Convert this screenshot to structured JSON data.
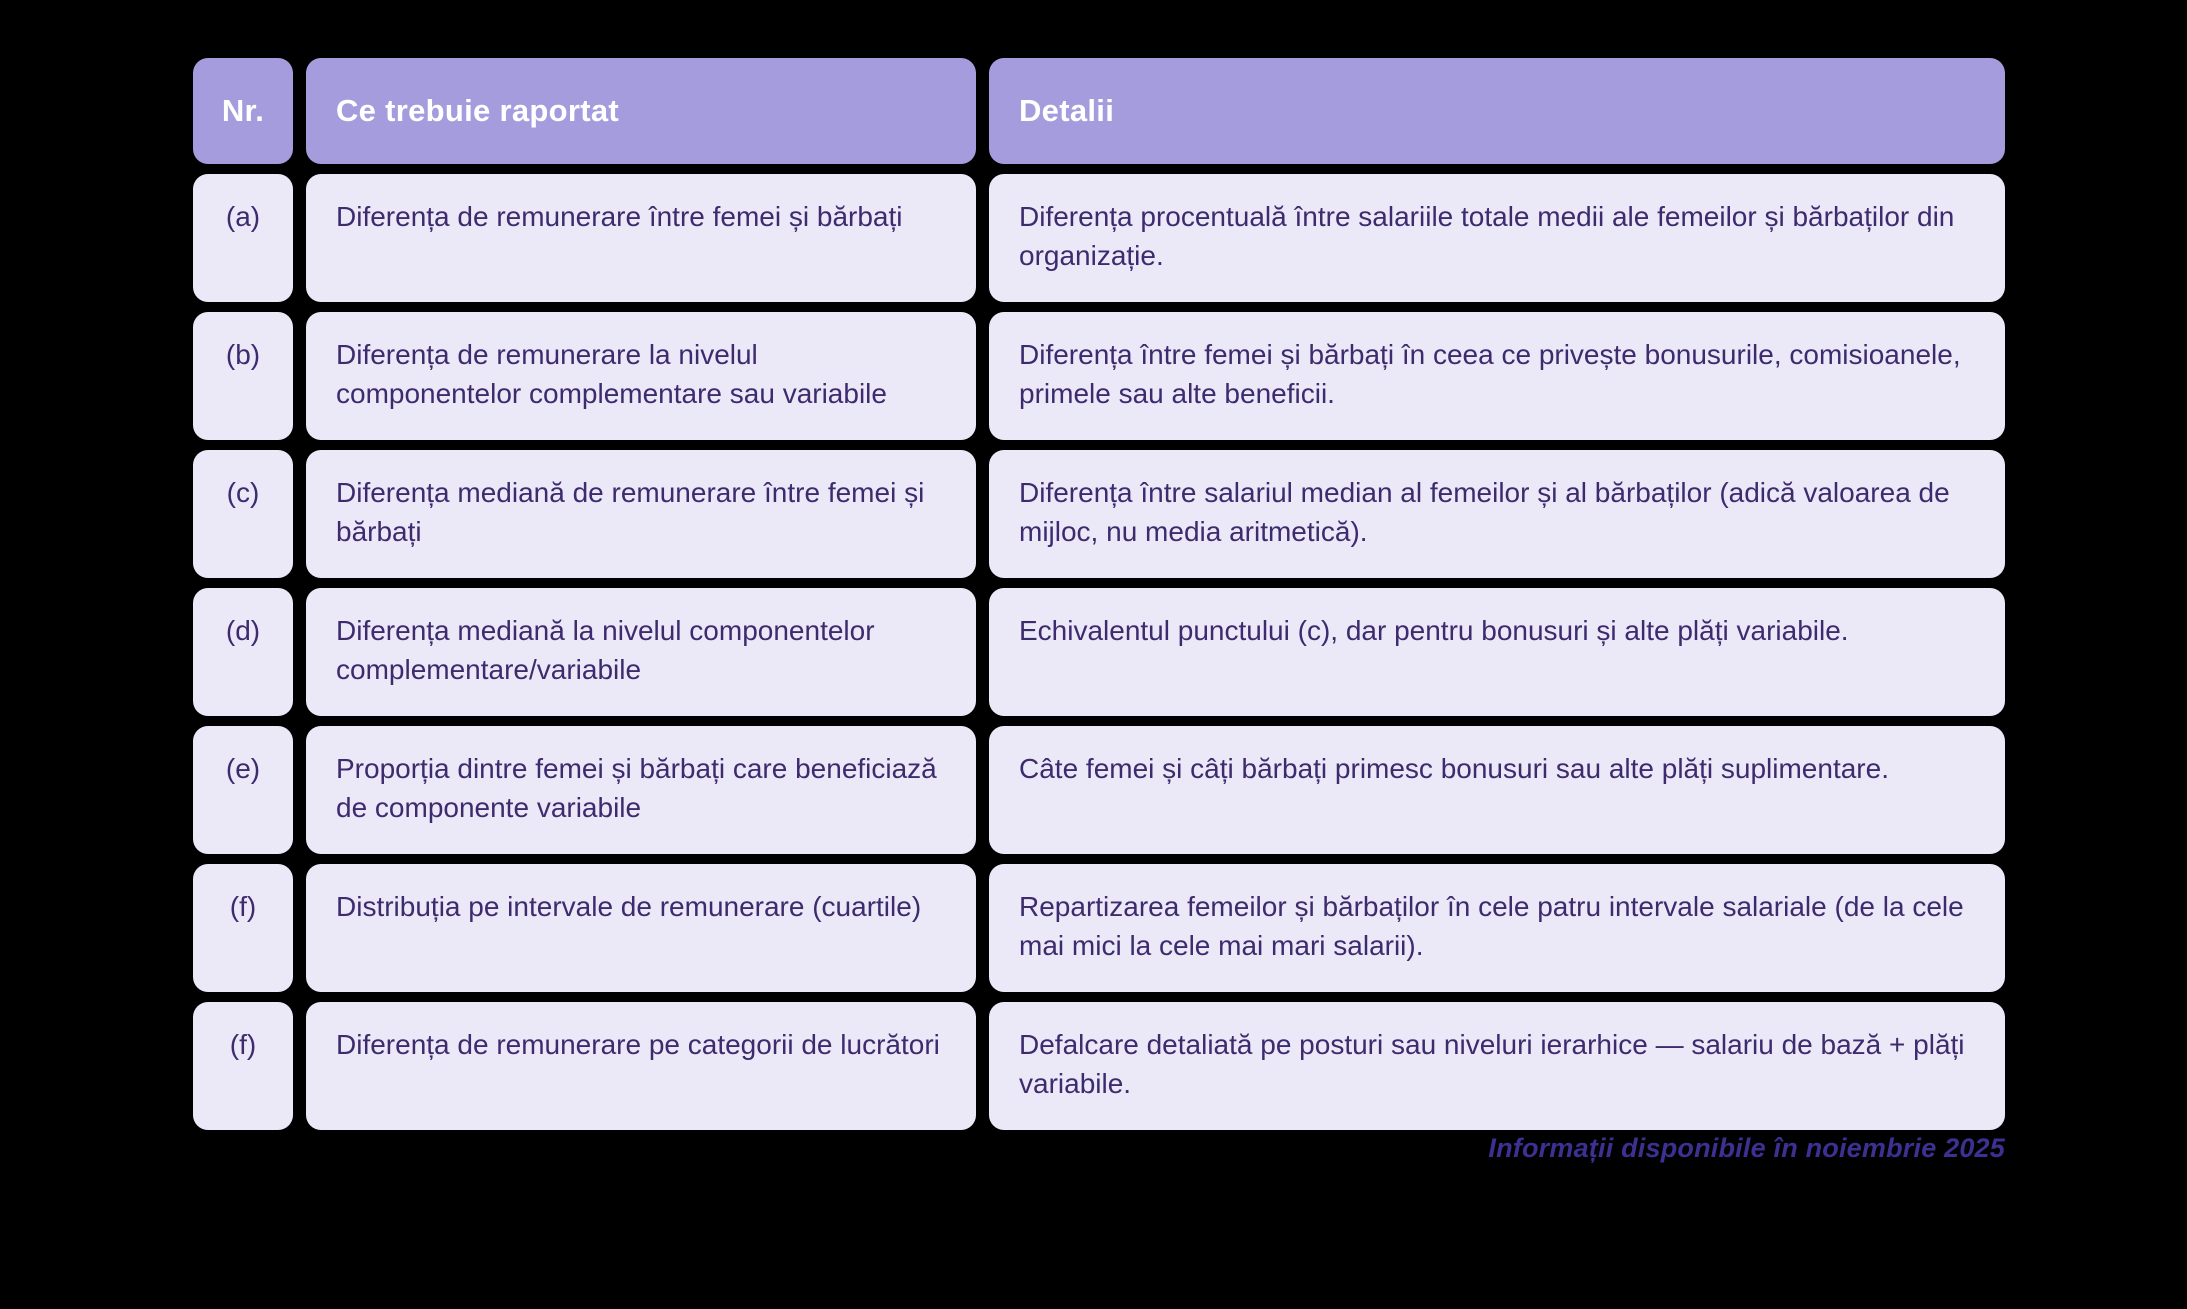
{
  "theme": {
    "page_bg": "#000000",
    "header_bg": "#a59cdd",
    "cell_bg": "#ebe8f7",
    "text_color": "#3d2b6e",
    "header_text_color": "#ffffff",
    "footer_color": "#3c3192"
  },
  "table": {
    "headers": {
      "nr": "Nr.",
      "what": "Ce trebuie raportat",
      "details": "Detalii"
    },
    "rows": [
      {
        "nr": "(a)",
        "what": "Diferența de remunerare între femei și bărbați",
        "details": "Diferența procentuală între salariile totale medii ale femeilor și bărbaților din organizație."
      },
      {
        "nr": "(b)",
        "what": "Diferența de remunerare la nivelul componentelor complementare sau variabile",
        "details": "Diferența între femei și bărbați în ceea ce privește bonusurile, comisioanele, primele sau alte beneficii."
      },
      {
        "nr": "(c)",
        "what": "Diferența mediană de remunerare între femei și bărbați",
        "details": "Diferența între salariul median al femeilor și al bărbaților (adică valoarea de mijloc, nu media aritmetică)."
      },
      {
        "nr": "(d)",
        "what": "Diferența mediană la nivelul componentelor complementare/variabile",
        "details": "Echivalentul punctului (c), dar pentru bonusuri și alte plăți variabile."
      },
      {
        "nr": "(e)",
        "what": "Proporția dintre femei și bărbați care beneficiază de componente variabile",
        "details": "Câte femei și câți bărbați primesc bonusuri sau alte plăți suplimentare."
      },
      {
        "nr": "(f)",
        "what": "Distribuția pe intervale de remunerare (cuartile)",
        "details": "Repartizarea femeilor și bărbaților în cele patru intervale salariale (de la cele mai mici la cele mai mari salarii)."
      },
      {
        "nr": "(f)",
        "what": "Diferența de remunerare pe categorii de lucrători",
        "details": "Defalcare detaliată pe posturi sau niveluri ierarhice — salariu de bază + plăți variabile."
      }
    ]
  },
  "footer": {
    "note": "Informații disponibile în noiembrie 2025"
  }
}
